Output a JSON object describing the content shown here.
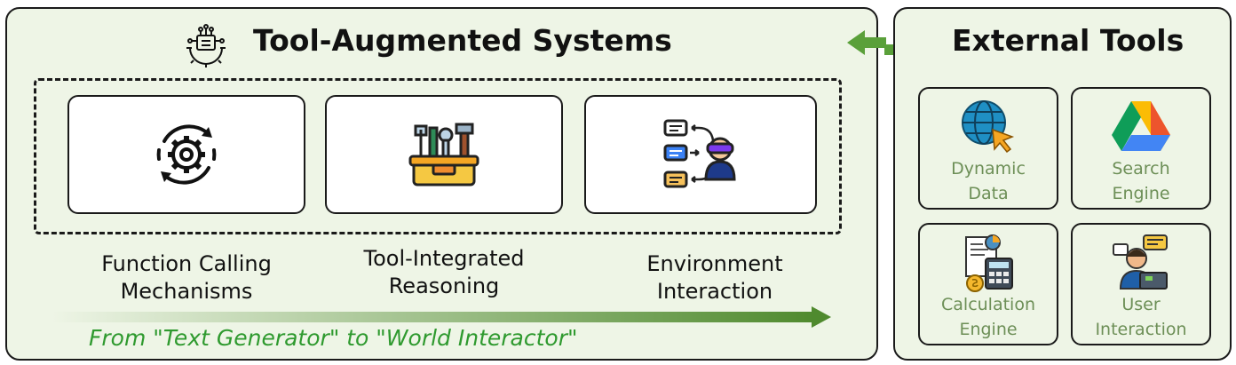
{
  "left": {
    "title": "Tool-Augmented Systems",
    "cards": [
      {
        "line1": "Function Calling",
        "line2": "Mechanisms",
        "icon": "gear-cycle-icon"
      },
      {
        "line1": "Tool-Integrated",
        "line2": "Reasoning",
        "icon": "toolbox-icon"
      },
      {
        "line1": "Environment",
        "line2": "Interaction",
        "icon": "vr-user-icon"
      }
    ],
    "subtitle": "From \"Text Generator\" to \"World Interactor\""
  },
  "right": {
    "title": "External Tools",
    "tools": [
      {
        "line1": "Dynamic",
        "line2": "Data",
        "icon": "globe-cursor-icon"
      },
      {
        "line1": "Search",
        "line2": "Engine",
        "icon": "google-drive-icon"
      },
      {
        "line1": "Calculation",
        "line2": "Engine",
        "icon": "calculator-icon"
      },
      {
        "line1": "User",
        "line2": "Interaction",
        "icon": "support-agent-icon"
      }
    ]
  },
  "colors": {
    "panel_bg": "#eef5e6",
    "accent_green": "#4f8a2e",
    "subtitle_green": "#2f9a2f",
    "tool_label": "#6d8f57"
  }
}
